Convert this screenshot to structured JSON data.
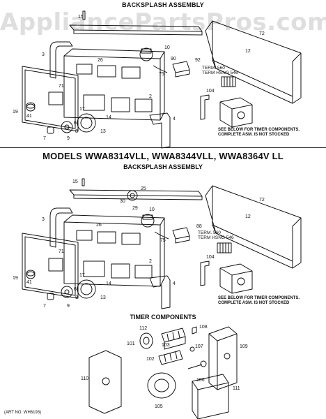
{
  "watermark": "AppliancePartsPros.com",
  "sections": {
    "top_title": "BACKSPLASH ASSEMBLY",
    "models_title": "MODELS WWA8314VLL, WWA8344VLL, WWA8364V LL",
    "middle_title": "BACKSPLASH ASSEMBLY",
    "timer_title": "TIMER COMPONENTS"
  },
  "notes": {
    "top_line1": "SEE BELOW FOR TIMER COMPONENTS.",
    "top_line2": "COMPLETE ASM. IS NOT STOCKED",
    "mid_line1": "SEE BELOW FOR TIMER COMPONENTS.",
    "mid_line2": "COMPLETE ASM. IS NOT STOCKED"
  },
  "terms": {
    "top_line1": "TERM. 560",
    "top_line2": "TERM HSNG 546",
    "mid_line1": "TERM. 560",
    "mid_line2": "TERM HSNG 546"
  },
  "art_no": "(ART NO. WH6193)",
  "callouts_top": [
    "15",
    "3",
    "26",
    "10",
    "90",
    "92",
    "72",
    "12",
    "75",
    "71",
    "2",
    "17",
    "14",
    "19",
    "41",
    "7",
    "6",
    "8",
    "9",
    "13",
    "4",
    "104"
  ],
  "callouts_mid": [
    "15",
    "25",
    "30",
    "29",
    "10",
    "72",
    "3",
    "26",
    "75",
    "88",
    "12",
    "71",
    "2",
    "17",
    "14",
    "104",
    "19",
    "41",
    "7",
    "6",
    "8",
    "9",
    "13",
    "4"
  ],
  "callouts_timer": [
    "112",
    "108",
    "101",
    "103",
    "107",
    "109",
    "102",
    "110",
    "106",
    "105",
    "111"
  ]
}
